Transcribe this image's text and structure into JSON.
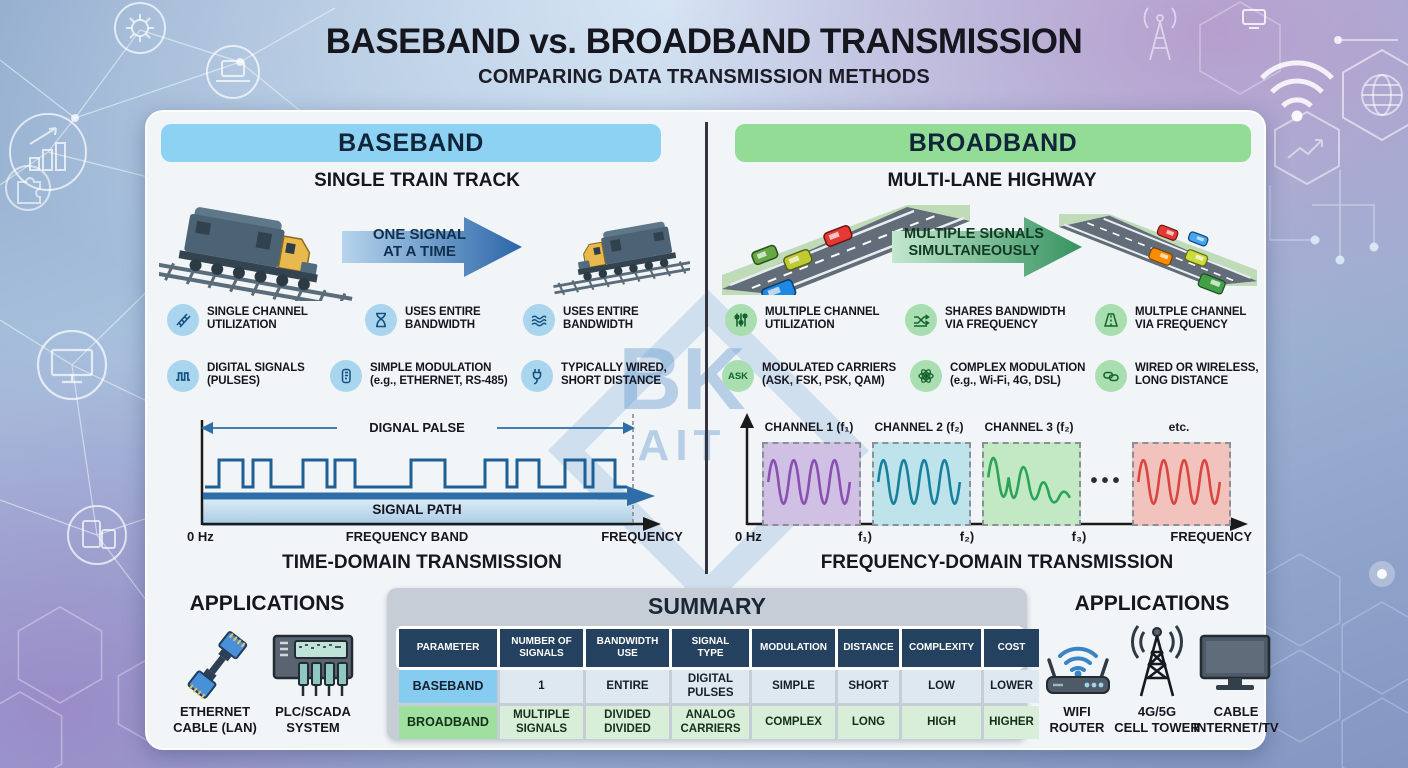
{
  "title": "BASEBAND vs. BROADBAND TRANSMISSION",
  "subtitle": "COMPARING DATA TRANSMISSION METHODS",
  "watermark": {
    "line1": "BK",
    "line2": "AIT"
  },
  "colors": {
    "baseband_accent": "#8ed2f3",
    "broadband_accent": "#93dc96",
    "table_header_navy": "#24415f",
    "channel1": "#8a4fb0",
    "channel2": "#17809c",
    "channel3": "#2aa457",
    "channel4": "#d94540"
  },
  "baseband": {
    "header": "BASEBAND",
    "analogy": "SINGLE TRAIN TRACK",
    "arrow": {
      "line1": "ONE SIGNAL",
      "line2": "AT A TIME"
    },
    "features": [
      {
        "icon": "train-track-icon",
        "line1": "SINGLE CHANNEL",
        "line2": "UTILIZATION"
      },
      {
        "icon": "hourglass-icon",
        "line1": "USES ENTIRE",
        "line2": "BANDWIDTH"
      },
      {
        "icon": "rail-waves-icon",
        "line1": "USES ENTIRE",
        "line2": "BANDWIDTH"
      },
      {
        "icon": "square-wave-icon",
        "line1": "DIGITAL SIGNALS",
        "line2": "(PULSES)"
      },
      {
        "icon": "modem-icon",
        "line1": "SIMPLE MODULATION",
        "line2": "(e.g., ETHERNET, RS-485)"
      },
      {
        "icon": "plug-icon",
        "line1": "TYPICALLY WIRED,",
        "line2": "SHORT DISTANCE"
      }
    ],
    "diagram": {
      "pulse_label": "DIGNAL PALSE",
      "path_label": "SIGNAL PATH",
      "axis_left": "0 Hz",
      "axis_mid": "FREQUENCY BAND",
      "axis_right": "FREQUENCY",
      "caption": "TIME-DOMAIN TRANSMISSION"
    },
    "applications": {
      "title": "APPLICATIONS",
      "items": [
        {
          "icon": "ethernet-cable-icon",
          "label": "ETHERNET\nCABLE (LAN)"
        },
        {
          "icon": "plc-icon",
          "label": "PLC/SCADA\nSYSTEM"
        }
      ]
    }
  },
  "broadband": {
    "header": "BROADBAND",
    "analogy": "MULTI-LANE HIGHWAY",
    "arrow": {
      "line1": "MULTIPLE SIGNALS",
      "line2": "SIMULTANEOUSLY"
    },
    "features": [
      {
        "icon": "sliders-icon",
        "line1": "MULTIPLE CHANNEL",
        "line2": "UTILIZATION"
      },
      {
        "icon": "shuffle-icon",
        "line1": "SHARES BANDWIDTH",
        "line2": "VIA FREQUENCY"
      },
      {
        "icon": "highway-icon",
        "line1": "MULTPLE CHANNEL",
        "line2": "VIA FREQUENCY"
      },
      {
        "icon": "ask-icon",
        "icon_text": "ASK",
        "line1": "MODULATED CARRIERS",
        "line2": "(ASK, FSK, PSK, QAM)"
      },
      {
        "icon": "atom-icon",
        "line1": "COMPLEX MODULATION",
        "line2": "(e.g., Wi-Fi, 4G, DSL)"
      },
      {
        "icon": "chain-icon",
        "line1": "WIRED OR WIRELESS,",
        "line2": "LONG DISTANCE"
      }
    ],
    "diagram": {
      "channels": [
        {
          "label": "CHANNEL 1 (f₁)"
        },
        {
          "label": "CHANNEL 2 (f₂)"
        },
        {
          "label": "CHANNEL 3 (f₂)"
        },
        {
          "label": "etc."
        }
      ],
      "dots": "•••",
      "axis_left": "0 Hz",
      "tick1": "f₁)",
      "tick2": "f₂)",
      "tick3": "f₃)",
      "axis_right": "FREQUENCY",
      "caption": "FREQUENCY-DOMAIN TRANSMISSION"
    },
    "applications": {
      "title": "APPLICATIONS",
      "items": [
        {
          "icon": "wifi-router-icon",
          "label": "WIFI\nROUTER"
        },
        {
          "icon": "cell-tower-icon",
          "label": "4G/5G\nCELL TOWER"
        },
        {
          "icon": "tv-icon",
          "label": "CABLE\nINTERNET/TV"
        }
      ]
    }
  },
  "summary": {
    "title": "SUMMARY",
    "headers": [
      "PARAMETER",
      "NUMBER OF\nSIGNALS",
      "BANDWIDTH\nUSE",
      "SIGNAL\nTYPE",
      "MODULATION",
      "DISTANCE",
      "COMPLEXITY",
      "COST"
    ],
    "rows": [
      {
        "param": "BASEBAND",
        "cells": [
          "1",
          "ENTIRE",
          "DIGITAL\nPULSES",
          "SIMPLE",
          "SHORT",
          "LOW",
          "LOWER"
        ]
      },
      {
        "param": "BROADBAND",
        "cells": [
          "MULTIPLE\nSIGNALS",
          "DIVIDED\nDIVIDED",
          "ANALOG\nCARRIERS",
          "COMPLEX",
          "LONG",
          "HIGH",
          "HIGHER"
        ]
      }
    ]
  }
}
